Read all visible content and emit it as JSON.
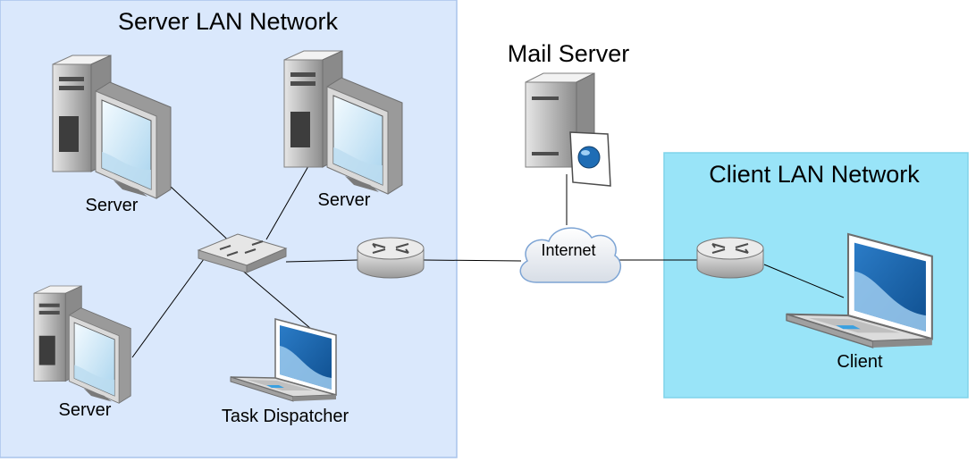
{
  "groups": {
    "server_lan": {
      "title": "Server LAN Network",
      "fill": "#dae8fc",
      "stroke": "#a9c4eb"
    },
    "client_lan": {
      "title": "Client LAN Network",
      "fill": "#99e4f8",
      "stroke": "#7fd3ea"
    }
  },
  "nodes": {
    "server_top_left": {
      "label": "Server"
    },
    "server_top_right": {
      "label": "Server"
    },
    "server_bottom_left": {
      "label": "Server"
    },
    "task_dispatcher": {
      "label": "Task Dispatcher"
    },
    "mail_server": {
      "label": "Mail Server"
    },
    "internet": {
      "label": "Internet"
    },
    "client": {
      "label": "Client"
    }
  },
  "colors": {
    "link": "#000000",
    "device_gray": "#b3b3b3",
    "screen_blue": "#1f6db5",
    "cloud_blue": "#7da4d4"
  }
}
